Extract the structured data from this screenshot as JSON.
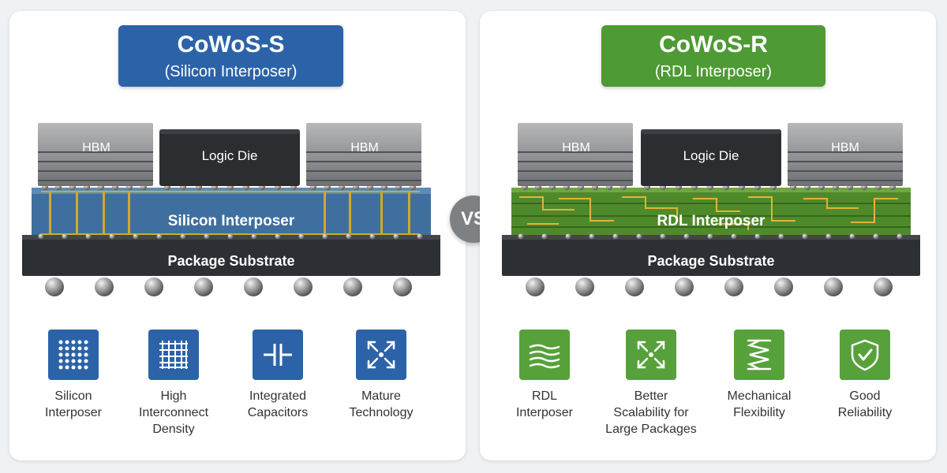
{
  "left": {
    "title": "CoWoS-S",
    "subtitle": "(Silicon Interposer)",
    "labels": {
      "hbm_left": "HBM",
      "logic": "Logic Die",
      "hbm_right": "HBM",
      "interposer": "Silicon Interposer",
      "substrate": "Package Substrate"
    },
    "features": [
      {
        "label": "Silicon\nInterposer",
        "icon": "dot-grid-icon"
      },
      {
        "label": "High\nInterconnect\nDensity",
        "icon": "grid-icon"
      },
      {
        "label": "Integrated\nCapacitors",
        "icon": "capacitor-icon"
      },
      {
        "label": "Mature\nTechnology",
        "icon": "expand-arrows-icon"
      }
    ]
  },
  "vs": "VS",
  "right": {
    "title": "CoWoS-R",
    "subtitle": "(RDL Interposer)",
    "labels": {
      "hbm_left": "HBM",
      "logic": "Logic Die",
      "hbm_right": "HBM",
      "interposer": "RDL Interposer",
      "substrate": "Package Substrate"
    },
    "features": [
      {
        "label": "RDL\nInterposer",
        "icon": "wavy-lines-icon"
      },
      {
        "label": "Better\nScalability for\nLarge Packages",
        "icon": "expand-arrows-icon"
      },
      {
        "label": "Mechanical\nFlexibility",
        "icon": "spring-icon"
      },
      {
        "label": "Good\nReliability",
        "icon": "shield-check-icon"
      }
    ]
  },
  "colors": {
    "s_accent": "#2c63a8",
    "r_accent": "#4e9a34",
    "silicon_interposer": "#3f6f9e",
    "rdl_interposer": "#4f8a2a",
    "substrate": "#2c2f33",
    "logic_die": "#2b2d30",
    "hbm": "#8a8c8e",
    "vs_circle": "#7d8184"
  }
}
